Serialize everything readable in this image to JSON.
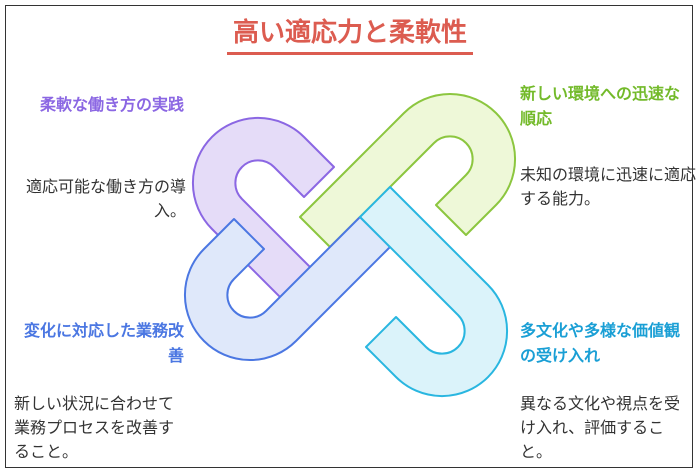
{
  "title": "高い適応力と柔軟性",
  "quadrants": {
    "top_left": {
      "heading": "柔軟な働き方の実践",
      "body": "適応可能な働き方の導入。",
      "color": "#8b67e3"
    },
    "top_right": {
      "heading": "新しい環境への迅速な順応",
      "body": "未知の環境に迅速に適応する能力。",
      "color": "#73ba2a"
    },
    "bottom_left": {
      "heading": "変化に対応した業務改善",
      "body": "新しい状況に合わせて業務プロセスを改善すること。",
      "color": "#4b77e2"
    },
    "bottom_right": {
      "heading": "多文化や多様な価値観の受け入れ",
      "body": "異なる文化や視点を受け入れ、評価すること。",
      "color": "#1a9fd5"
    }
  },
  "colors": {
    "purple_fill": "#e5dcf8",
    "purple_stroke": "#8b67e3",
    "green_fill": "#eef8d8",
    "green_stroke": "#8cc63f",
    "blue_fill": "#dfe8fa",
    "blue_stroke": "#4b77e2",
    "cyan_fill": "#dbf3fa",
    "cyan_stroke": "#29b6e0"
  }
}
